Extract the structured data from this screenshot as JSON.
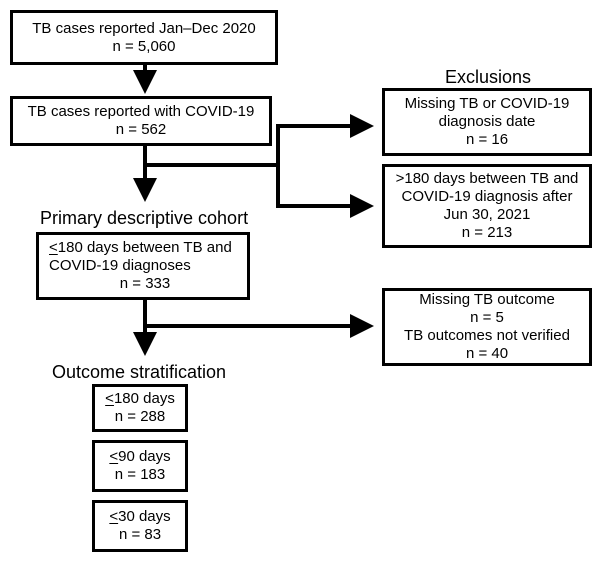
{
  "headings": {
    "exclusions": "Exclusions",
    "primary_cohort": "Primary descriptive cohort",
    "outcome_stratification": "Outcome stratification"
  },
  "boxes": {
    "reported_2020": {
      "line1": "TB cases reported Jan–Dec 2020",
      "line2": "n = 5,060"
    },
    "reported_covid": {
      "line1": "TB cases reported with COVID-19",
      "line2": "n = 562"
    },
    "excl_missing_date": {
      "line1": "Missing TB or COVID-19",
      "line2": "diagnosis date",
      "line3": "n = 16"
    },
    "excl_180_days": {
      "line1": ">180 days between TB and",
      "line2": "COVID-19 diagnosis after",
      "line3": "Jun 30, 2021",
      "line4": "n = 213"
    },
    "cohort_180": {
      "line1_symbol": "<",
      "line1_rest": "180 days between TB and",
      "line2": "COVID-19 diagnoses",
      "line3": "n = 333"
    },
    "excl_outcome": {
      "line1": "Missing TB outcome",
      "line2": "n = 5",
      "line3": "TB outcomes not verified",
      "line4": "n = 40"
    },
    "strat_180": {
      "symbol": "<",
      "rest": "180 days",
      "count": "n = 288"
    },
    "strat_90": {
      "symbol": "<",
      "rest": "90 days",
      "count": "n = 183"
    },
    "strat_30": {
      "symbol": "<",
      "rest": "30 days",
      "count": "n = 83"
    }
  }
}
